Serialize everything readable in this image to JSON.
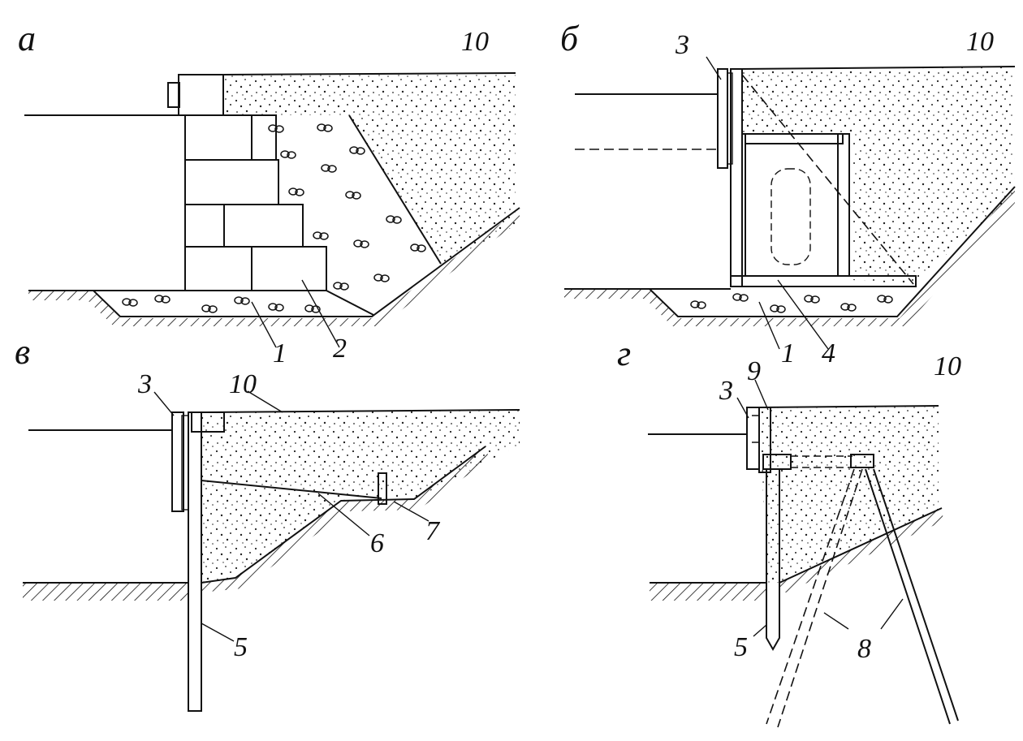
{
  "panels": [
    {
      "id": "a",
      "letter": "а"
    },
    {
      "id": "b",
      "letter": "б"
    },
    {
      "id": "v",
      "letter": "в"
    },
    {
      "id": "g",
      "letter": "г"
    }
  ],
  "callouts": {
    "a": [
      "10",
      "1",
      "2"
    ],
    "b": [
      "3",
      "10",
      "1",
      "4"
    ],
    "v": [
      "3",
      "10",
      "6",
      "7",
      "5"
    ],
    "g": [
      "3",
      "9",
      "10",
      "5",
      "8"
    ]
  },
  "colors": {
    "ink": "#111111",
    "background": "#ffffff"
  }
}
